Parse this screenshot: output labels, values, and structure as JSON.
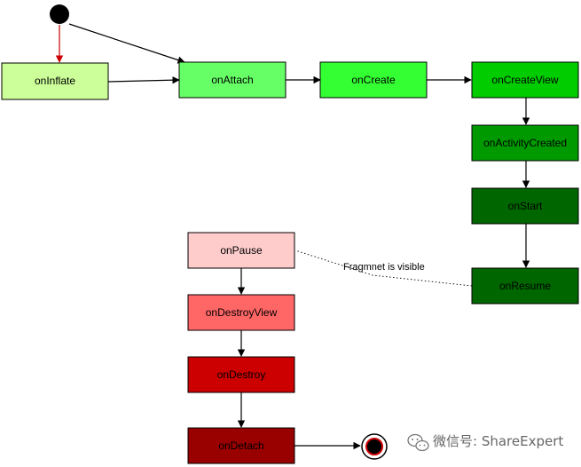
{
  "diagram": {
    "nodes": {
      "oninflate": "onInflate",
      "onattach": "onAttach",
      "oncreate": "onCreate",
      "oncreateview": "onCreateView",
      "onactivitycreated": "onActivityCreated",
      "onstart": "onStart",
      "onresume": "onResume",
      "onpause": "onPause",
      "ondestroyview": "onDestroyView",
      "ondestroy": "onDestroy",
      "ondetach": "onDetach"
    },
    "annotation": "Fragmnet is visible",
    "colors": {
      "oninflate": "#ccff99",
      "onattach": "#66ff66",
      "oncreate": "#33ff33",
      "oncreateview": "#00cc00",
      "onactivitycreated": "#009900",
      "onstart": "#006600",
      "onresume": "#006600",
      "onpause": "#ffcccc",
      "ondestroyview": "#ff6666",
      "ondestroy": "#cc0000",
      "ondetach": "#990000",
      "start_node": "#000000",
      "start_arrow": "#cc0000"
    }
  },
  "watermark": {
    "icon": "wechat-icon",
    "text": "微信号: ShareExpert"
  }
}
